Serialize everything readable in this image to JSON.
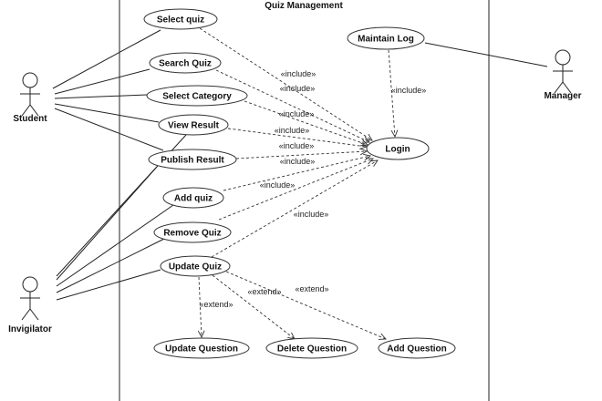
{
  "system": {
    "title": "Quiz Management"
  },
  "actors": [
    {
      "id": "student",
      "label": "Student"
    },
    {
      "id": "invigilator",
      "label": "Invigilator"
    },
    {
      "id": "manager",
      "label": "Manager"
    }
  ],
  "use_cases": [
    {
      "id": "select_quiz",
      "label": "Select quiz"
    },
    {
      "id": "search_quiz",
      "label": "Search Quiz"
    },
    {
      "id": "select_category",
      "label": "Select Category"
    },
    {
      "id": "view_result",
      "label": "View Result"
    },
    {
      "id": "publish_result",
      "label": "Publish Result"
    },
    {
      "id": "add_quiz",
      "label": "Add quiz"
    },
    {
      "id": "remove_quiz",
      "label": "Remove Quiz"
    },
    {
      "id": "update_quiz",
      "label": "Update Quiz"
    },
    {
      "id": "maintain_log",
      "label": "Maintain Log"
    },
    {
      "id": "login",
      "label": "Login"
    },
    {
      "id": "update_question",
      "label": "Update Question"
    },
    {
      "id": "delete_question",
      "label": "Delete Question"
    },
    {
      "id": "add_question",
      "label": "Add Question"
    }
  ],
  "associations": [
    [
      "student",
      "select_quiz"
    ],
    [
      "student",
      "search_quiz"
    ],
    [
      "student",
      "select_category"
    ],
    [
      "student",
      "view_result"
    ],
    [
      "student",
      "publish_result"
    ],
    [
      "invigilator",
      "view_result"
    ],
    [
      "invigilator",
      "add_quiz"
    ],
    [
      "invigilator",
      "remove_quiz"
    ],
    [
      "invigilator",
      "update_quiz"
    ],
    [
      "invigilator",
      "publish_result"
    ],
    [
      "manager",
      "maintain_log"
    ]
  ],
  "relationships": [
    {
      "from": "select_quiz",
      "to": "login",
      "label": "«include»"
    },
    {
      "from": "search_quiz",
      "to": "login",
      "label": "«include»"
    },
    {
      "from": "select_category",
      "to": "login",
      "label": "«include»"
    },
    {
      "from": "view_result",
      "to": "login",
      "label": "«include»"
    },
    {
      "from": "publish_result",
      "to": "login",
      "label": "«include»"
    },
    {
      "from": "add_quiz",
      "to": "login",
      "label": "«include»"
    },
    {
      "from": "remove_quiz",
      "to": "login",
      "label": "«include»"
    },
    {
      "from": "update_quiz",
      "to": "login",
      "label": "«include»"
    },
    {
      "from": "maintain_log",
      "to": "login",
      "label": "«include»"
    },
    {
      "from": "update_quiz",
      "to": "update_question",
      "label": "«extend»"
    },
    {
      "from": "update_quiz",
      "to": "delete_question",
      "label": "«extend»"
    },
    {
      "from": "update_quiz",
      "to": "add_question",
      "label": "«extend»"
    }
  ]
}
